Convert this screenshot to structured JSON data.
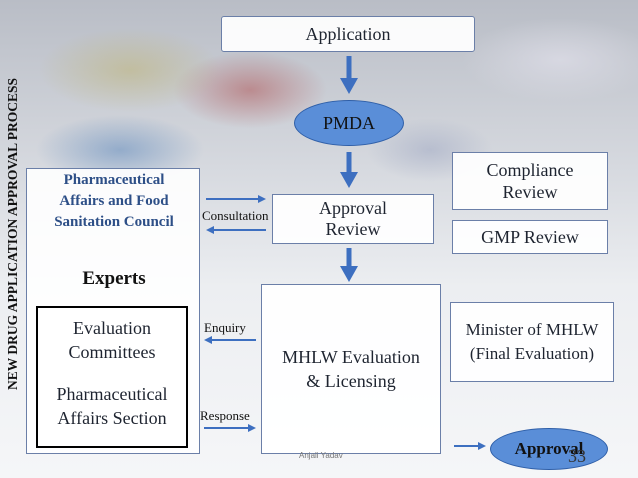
{
  "vertical_title": "NEW DRUG APPLICATION APPROVAL PROCESS",
  "boxes": {
    "application": "Application",
    "pmda": "PMDA",
    "approval_review": "Approval\nReview",
    "compliance_review": "Compliance\nReview",
    "gmp_review": "GMP Review",
    "mhlw_evaluation": "MHLW Evaluation\n& Licensing",
    "minister": "Minister of MHLW\n(Final Evaluation)",
    "approval": "Approval"
  },
  "council": {
    "title": "Pharmaceutical\nAffairs and Food\nSanitation Council",
    "experts": "Experts",
    "evaluation_committees": "Evaluation\nCommittees",
    "affairs_section": "Pharmaceutical\nAffairs Section"
  },
  "labels": {
    "consultation": "Consultation",
    "enquiry": "Enquiry",
    "response": "Response"
  },
  "footer": "Anjali Yadav",
  "page_number": "33",
  "colors": {
    "accent_blue": "#5a8ed8",
    "arrow_blue": "#3d6fc0",
    "council_text": "#2d4f87"
  }
}
